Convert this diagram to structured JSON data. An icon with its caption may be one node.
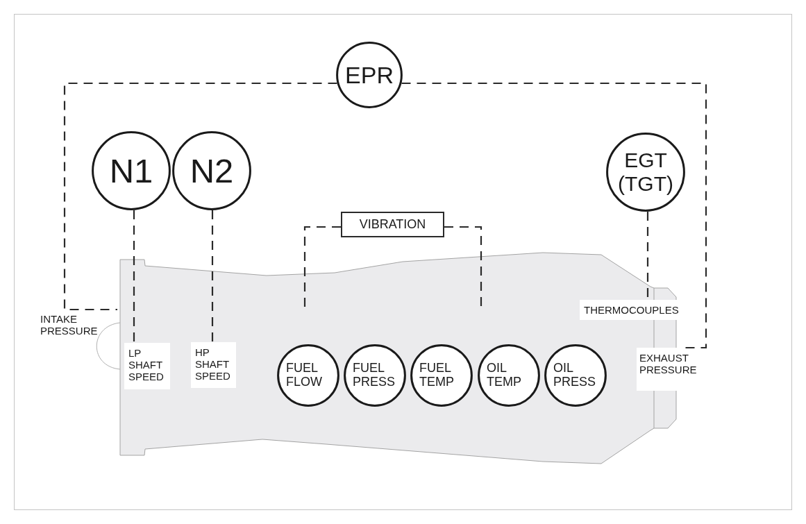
{
  "diagram": {
    "nodes": [
      {
        "text": [
          "EPR"
        ]
      },
      {
        "text": [
          "N1"
        ]
      },
      {
        "text": [
          "N2"
        ]
      },
      {
        "text": [
          "EGT (TGT)"
        ]
      },
      {
        "text": [
          "VIBRATION"
        ]
      },
      {
        "text": [
          "THERMOCOUPLES"
        ]
      },
      {
        "text": [
          "INTAKE PRESSURE"
        ]
      },
      {
        "text": [
          "LP SHAFT SPEED"
        ]
      },
      {
        "text": [
          "HP SHAFT SPEED"
        ]
      },
      {
        "text": [
          "FUEL FLOW"
        ]
      },
      {
        "text": [
          "FUEL PRESS"
        ]
      },
      {
        "text": [
          "FUEL TEMP"
        ]
      },
      {
        "text": [
          "OIL TEMP"
        ]
      },
      {
        "text": [
          "OIL PRESS"
        ]
      },
      {
        "text": [
          "EXHAUST PRESSURE"
        ]
      }
    ],
    "edges": [
      {
        "from": 0,
        "to": 6,
        "arrow": "none",
        "style": "dashed"
      },
      {
        "from": 0,
        "to": 14,
        "arrow": "none",
        "style": "dashed"
      },
      {
        "from": 1,
        "to": 7,
        "arrow": "none",
        "style": "dashed"
      },
      {
        "from": 2,
        "to": 8,
        "arrow": "none",
        "style": "dashed"
      },
      {
        "from": 3,
        "to": 5,
        "arrow": "none",
        "style": "dashed"
      },
      {
        "from": 4,
        "to": null,
        "arrow": "none",
        "style": "dashed"
      },
      {
        "from": 4,
        "to": null,
        "arrow": "none",
        "style": "dashed"
      }
    ]
  }
}
